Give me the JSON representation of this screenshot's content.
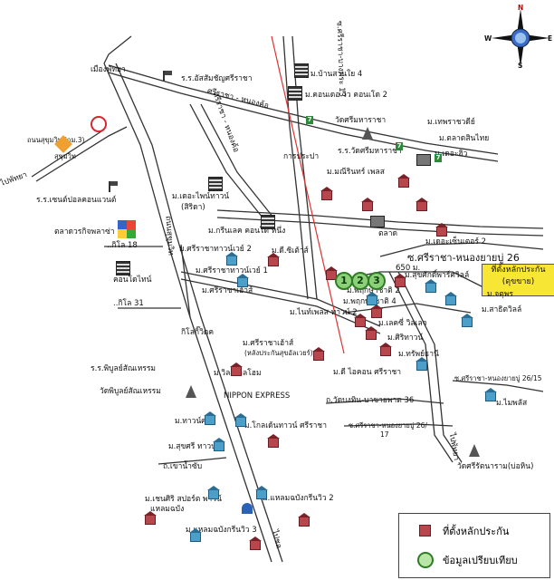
{
  "compass": {
    "n": "N",
    "s": "S",
    "e": "E",
    "w": "W"
  },
  "labels": {
    "mueang_pattaya_police": "เมืองพัทยา",
    "school_assumption": "ร.ร.อัสสัมชัญศรีราชา",
    "road_sriracha_nongkho": "ศรีราชา - หนองค้อ",
    "road_sukhumvit_km": "ถนนสุขุมวิท (กม.3)",
    "to_pattaya": "ไปพัทยา",
    "road_sukhumvit_small": "สุขุมวิท",
    "road_sriracha_nongkho_vert": "ศรีราชา - หนองค้อ",
    "road_sriracha_bang13": "ซ.ศรีราชา-บางพระ 13",
    "sriracha_nakhon": "ศรีราชานคร",
    "m_ban_suan_4": "ม.บ้านสวนใย 4",
    "m_condo_view2": "ม.คอนเดอ วิว คอนเโด 2",
    "wat_sriracha": "วัดศรีมหาราชา",
    "pra_pa": "การประปา",
    "school_wat_sriracha": "ร.ร.วัดศรีมหาราชา",
    "m_thai_rai_city": "ม.เทพราชวดีย์",
    "m_talat_sin": "ม.ตลาดสินไทย",
    "m_green_hill": "ม.เดอะฮิว",
    "m_mani_lake": "ม.มณีรินทร์ เพลส",
    "school_chain_international": "ร.ร.เซนต์ปอลคอนแวนต์",
    "m_de_town": "ม.เดอะไพน์ทาวน์",
    "m_de_town2": "(สิริดา)",
    "talad_kitcharoen": "ตลาดวรกิจพลาซ่า",
    "km18": "..กิโล 18",
    "road_sukhumvit_vert": "ถนนสุขุมวิท",
    "m_green_condo": "ม.กรีนเลค คอนโด หนึ่ง",
    "talat": "ตลาด",
    "m_de_center2": "ม.เดอะเซ็นเตอร์ 2",
    "m_sriracha_town2": "ม.ศรีราชาทาวน์เวย์ 2",
    "m_d_sitar": "ม.ดี.ซิเต้าส์",
    "condo_tai": "คอนโดไทน์",
    "so_sriracha_nong26": "ซ.ศรีราชา-หนองยายบู่ 26",
    "dist_650": "650 ม.",
    "m_supa_park": "ม.สุขศักดิ์พาร์ควิลล์",
    "main_location_1": "ที่ตั้งหลักประกัน",
    "main_location_2": "(ดุขขาย)",
    "m_sriracha_town1": "ม.ศรีราชาทาวน์เวย์ 1",
    "km31": "..กิโล 31",
    "m_pruksa2": "ม.พฤกษาชาติ 2",
    "m_pruksa4": "ม.พฤกษาชาติ 4",
    "m_sriracha_hat": "ม.ศรีราชาเฮ้าส์",
    "m_chotchai": "ม.จตุพร",
    "m_sarit_will": "ม.สาธิตวิลล์",
    "m_nainapa2": "ม.ไนท์เพลส ทาวน์ 2",
    "m_lake_will": "ม.เลคซี่ วิลเลจ",
    "km_viat": "กิโลกิ๊วิดค",
    "m_sirithani": "ม.ศิริทาวน์",
    "m_sriracha_hat2a": "ม.ศรีราชาเฮ้าส์",
    "m_sriracha_hat2b": "(หลังประกันสุขอัลเวยร์)",
    "m_sapthani": "ม.ทรัพย์ธานี",
    "school_pibun": "ร.ร.พิบูลย์สัณเหรรม",
    "m_villa_home": "ม.วิลเพลลโฮม",
    "m_d_ichon": "ม.ดี ไอคอน ศรีราชา",
    "so_sriracha_nong2615": "ซ.ศรีราชา-หนองยายบู่ 26/15",
    "wat_pibun": "วัดพิบูลย์สัณเหรรม",
    "nippon_express": "NIPPON EXPRESS",
    "m_my_plus": "ม.ไมพลัส",
    "road_wat_banhet36": "ถ.วัดบงทิน-บาขายพาต 36",
    "so_sriracha_nong2617": "ซ.ศรีราชา-หนองยายบู่ 26/",
    "so_17": "17",
    "m_town_sri": "ม.ทาวน์ศรี",
    "m_golden_town": "ม.โกลเด้นทาวน์ ศรีราชา",
    "m_sukhsri_town": "ม.สุขศรี ทาวน์",
    "road_khlongmadua": "ถ.เขาน้ำซับ",
    "to_pattaya_vert": "ไปพัทยา",
    "m_chensiri": "ม.เชนศิริ สปอร์ต พาวน์",
    "m_chensiri2": "แหลมฉบัง",
    "m_ladpriow2": "ม.แหลมฉบังกรีนวิว 2",
    "wat_sri_yan": "วัดศรีรัตนาราม(บ่อหิน)",
    "m_ladpriow3": "ม.แหลมฉบังกรีนวิว 3",
    "to_chon": "ไปชล"
  },
  "markers": [
    "1",
    "2",
    "3"
  ],
  "legend": {
    "collateral": "ที่ตั้งหลักประกัน",
    "comparison": "ข้อมูลเปรียบเทียบ"
  },
  "colors": {
    "collateral": "#b8474d",
    "comparison": "#8cd17a",
    "highlight": "#f7e633",
    "rail": "#d33"
  }
}
